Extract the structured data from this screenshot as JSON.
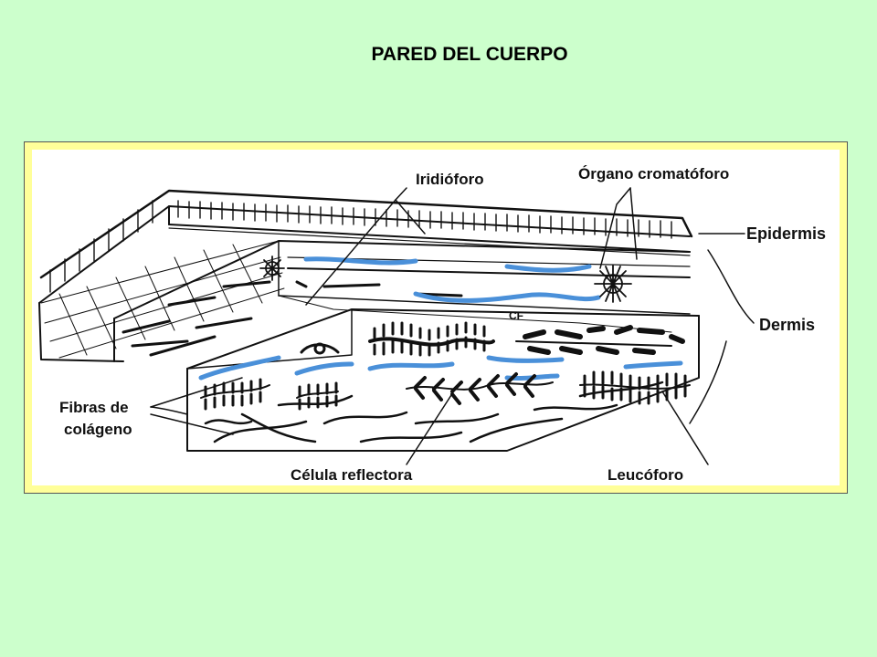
{
  "title": "PARED DEL CUERPO",
  "colors": {
    "background": "#ccffcc",
    "frame": "#ffff99",
    "canal": "#4a90d9",
    "ink": "#111111"
  },
  "labels": {
    "iridioforo": "Iridióforo",
    "organo_cromatoforo": "Órgano cromatóforo",
    "epidermis": "Epidermis",
    "dermis": "Dermis",
    "cf": "CF",
    "fibras_line1": "Fibras de",
    "fibras_line2": "colágeno",
    "celula_reflectora": "Célula reflectora",
    "leucoforo": "Leucóforo"
  }
}
